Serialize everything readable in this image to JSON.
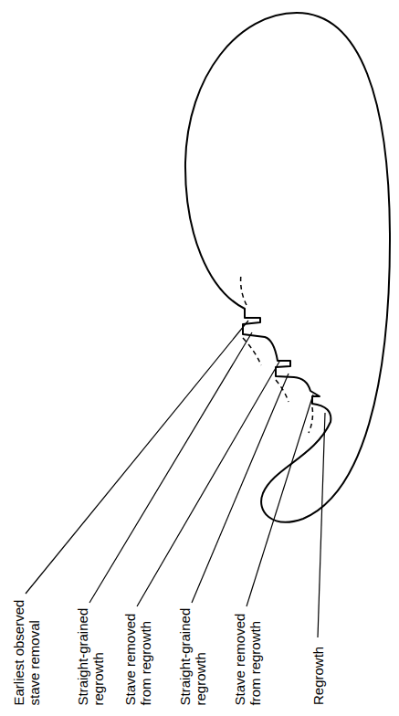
{
  "diagram": {
    "labels": [
      "Earliest observed stave removal",
      "Straight-grained regrowth",
      "Stave removed from regrowth",
      "Straight-grained regrowth",
      "Stave removed from regrowth",
      "Regrowth"
    ]
  }
}
